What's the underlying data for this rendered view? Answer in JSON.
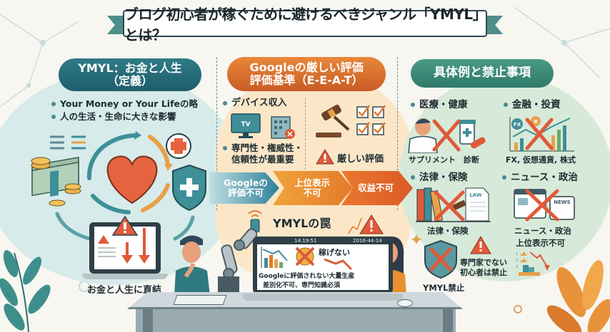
{
  "title": "ブログ初心者が稼ぐために避けるべきジャンル「YMYL」とは？",
  "colors": {
    "teal": "#2f7a86",
    "orange": "#e47a2c",
    "green": "#4a9a86",
    "red": "#e05a3a",
    "background": "#f7f6f1"
  },
  "left": {
    "header_line1": "YMYL：お金と人生",
    "header_line2": "（定義）",
    "bullets": [
      "Your Money or Your Lifeの略",
      "人の生活・生命に大きな影響"
    ],
    "icons": [
      "heart-icon",
      "money-stack-icon",
      "medical-cross-icon",
      "shield-plus-icon",
      "warning-laptop-icon"
    ],
    "caption": "お金と人生に直結"
  },
  "middle": {
    "header_line1": "Googleの厳しい評価",
    "header_line2": "評価基準（E-E-A-T）",
    "bullets": [
      "デバイス収入",
      "専門性・権威性・信頼性が最重要"
    ],
    "bullet2_line1": "専門性・権威性・",
    "bullet2_line2": "信頼性が最重要",
    "tv_label": "TV",
    "strict_label": "厳しい評価",
    "flow": [
      {
        "line1": "Googleの",
        "line2": "評価不可"
      },
      {
        "line1": "上位表示",
        "line2": "不可"
      },
      {
        "line1": "収益不可",
        "line2": ""
      }
    ],
    "trap_label": "YMYLの罠",
    "laptop": {
      "time": "14:19:51",
      "date": "2016-44-14",
      "cannot_earn": "稼げない",
      "line1": "Googleに評価されない大量生産",
      "line2": "差別化不可、専門知識必須"
    }
  },
  "right": {
    "header": "具体例と禁止事項",
    "categories": [
      {
        "title": "医療・健康",
        "caption": "サプリメント　診断"
      },
      {
        "title": "金融・投資",
        "caption": "FX, 仮想通貨, 株式"
      },
      {
        "title": "法律・保険",
        "caption": "法律・保険"
      },
      {
        "title": "ニュース・政治",
        "caption": "ニュース・政治"
      }
    ],
    "law_label": "LAW",
    "news_label": "NEWS",
    "fx_label": "FX",
    "btc_label": "B",
    "ranking_label": "上位表示不可",
    "ban_label": "YMYL禁止",
    "warning_line1": "専門家でない",
    "warning_line2": "初心者は禁止"
  }
}
